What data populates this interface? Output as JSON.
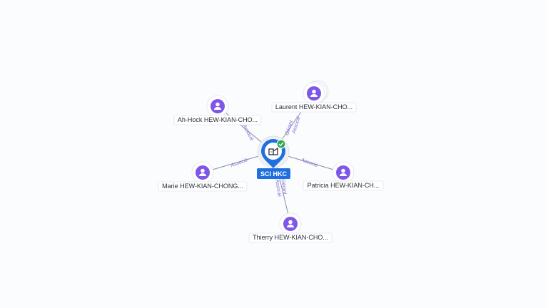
{
  "company": {
    "name": "SCI HKC",
    "icon": "building-icon",
    "status_icon": "check-badge-icon",
    "accent_color": "#1f6fe0",
    "status_color": "#2ea84f"
  },
  "people": [
    {
      "id": "ah-hock",
      "name": "Ah-Hock HEW-KIAN-CHO...",
      "relation_labels": [
        "Associé"
      ],
      "stacked": false
    },
    {
      "id": "laurent",
      "name": "Laurent HEW-KIAN-CHO...",
      "relation_labels": [
        "Gérant",
        "Associé"
      ],
      "stacked": true
    },
    {
      "id": "marie",
      "name": "Marie HEW-KIAN-CHONG...",
      "relation_labels": [
        "Associé"
      ],
      "stacked": false
    },
    {
      "id": "patricia",
      "name": "Patricia HEW-KIAN-CH...",
      "relation_labels": [
        "Associé"
      ],
      "stacked": false
    },
    {
      "id": "thierry",
      "name": "Thierry HEW-KIAN-CHO...",
      "relation_labels": [
        "Gérant",
        "Associé"
      ],
      "stacked": false
    }
  ],
  "person_icon": "person-icon",
  "person_color": "#7f57e8"
}
